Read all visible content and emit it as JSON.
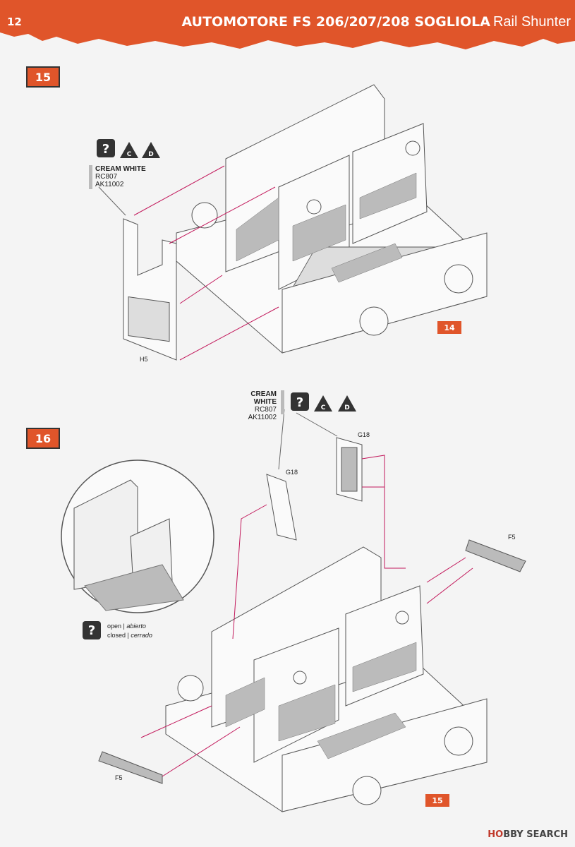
{
  "header": {
    "page_number": "12",
    "title": "AUTOMOTORE FS 206/207/208 SOGLIOLA",
    "subtitle": "Rail Shunter",
    "color": "#e0552a"
  },
  "steps": [
    {
      "number": "15",
      "reference": "14",
      "paint": {
        "name": "CREAM WHITE",
        "code1": "RC807",
        "code2": "AK11002"
      },
      "icons": [
        "question-icon",
        "c-triangle-icon",
        "d-triangle-icon"
      ],
      "parts": [
        "H5"
      ]
    },
    {
      "number": "16",
      "reference": "15",
      "paint": {
        "name": "CREAM WHITE",
        "code1": "RC807",
        "code2": "AK11002"
      },
      "icons": [
        "question-icon",
        "c-triangle-icon",
        "d-triangle-icon"
      ],
      "parts": [
        "G18",
        "G18",
        "F5",
        "F5"
      ],
      "legend": {
        "open": "open |",
        "open_es": "abierto",
        "closed": "closed |",
        "closed_es": "cerrado"
      }
    }
  ],
  "icon_letters": {
    "c": "C",
    "d": "D",
    "q": "?"
  },
  "footer": {
    "brand_a": "HO",
    "brand_b": "BBY",
    "brand_c": " SEARCH"
  }
}
